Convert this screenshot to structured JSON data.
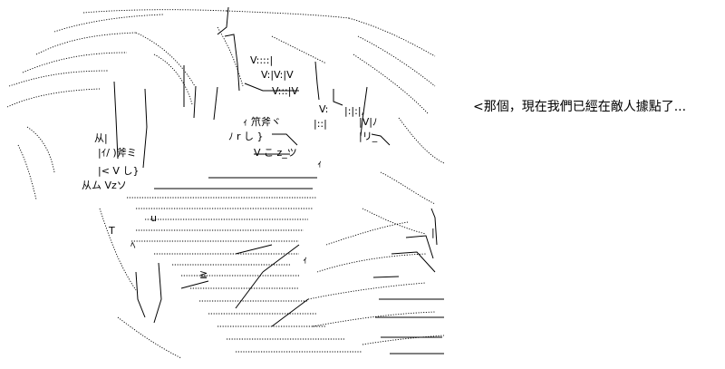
{
  "speech": {
    "text": "<那個，現在我們已經在敵人據點了..."
  },
  "art": {
    "fragments": {
      "f1": "V::::|",
      "f2": "V:::|V",
      "f3": "V:|V:|V",
      "f4": "V:",
      "f5": "|V|ﾉ",
      "f6": "|:|:|,",
      "f7": "ｨ 笊斧ヾ",
      "f8": "ﾉ r し }",
      "f9": "|::|",
      "f10": "从|",
      "f11": "|リ_",
      "f12": "|ｲ/ )斧ミ",
      "f13": "|<  V し}",
      "f14": "V こ z_ツ",
      "f15": "从ム Vzソ",
      "f16": "u",
      "f17": "ｨ",
      "f18": "≧",
      "f19": "ｨ",
      "f20": "T",
      "f21": "ﾍ",
      "f22": "|"
    },
    "ink": "#000000"
  }
}
